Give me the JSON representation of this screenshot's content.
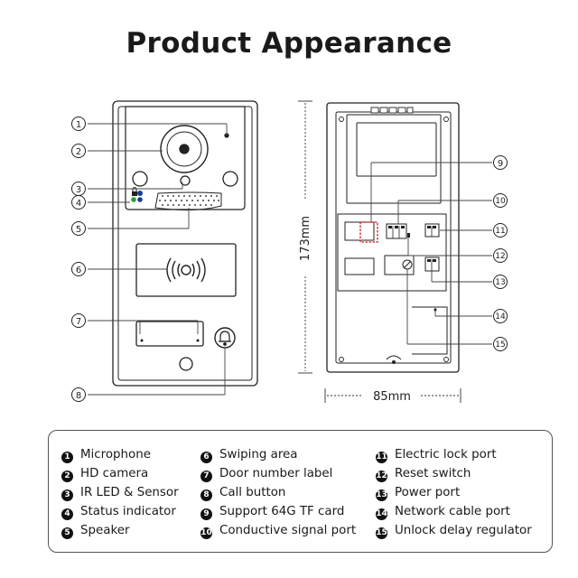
{
  "title": "Product Appearance",
  "dimensions": {
    "height": "173mm",
    "width": "85mm"
  },
  "front_callouts": [
    "1",
    "2",
    "3",
    "4",
    "5",
    "6",
    "7",
    "8"
  ],
  "back_callouts": [
    "9",
    "10",
    "11",
    "12",
    "13",
    "14",
    "15"
  ],
  "legend": {
    "col1": [
      {
        "n": "1",
        "label": "Microphone"
      },
      {
        "n": "2",
        "label": "HD camera"
      },
      {
        "n": "3",
        "label": "IR LED & Sensor"
      },
      {
        "n": "4",
        "label": "Status indicator"
      },
      {
        "n": "5",
        "label": "Speaker"
      }
    ],
    "col2": [
      {
        "n": "6",
        "label": "Swiping area"
      },
      {
        "n": "7",
        "label": "Door number label"
      },
      {
        "n": "8",
        "label": "Call button"
      },
      {
        "n": "9",
        "label": "Support 64G TF card"
      },
      {
        "n": "10",
        "label": "Conductive signal port"
      }
    ],
    "col3": [
      {
        "n": "11",
        "label": "Electric lock port"
      },
      {
        "n": "12",
        "label": "Reset switch"
      },
      {
        "n": "13",
        "label": "Power port"
      },
      {
        "n": "14",
        "label": "Network cable port"
      },
      {
        "n": "15",
        "label": "Unlock delay regulator"
      }
    ]
  }
}
